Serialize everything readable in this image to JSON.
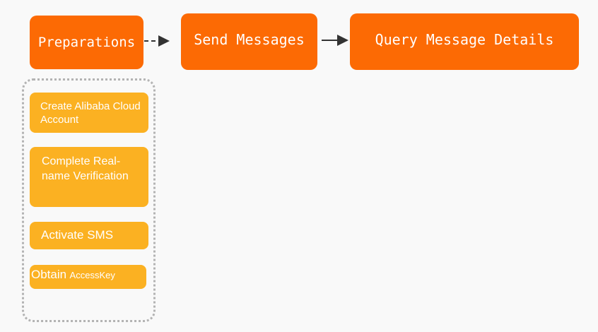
{
  "flow": {
    "stages": [
      {
        "label": "Preparations"
      },
      {
        "label": "Send Messages"
      },
      {
        "label": "Query Message Details"
      }
    ]
  },
  "preparations": {
    "steps": [
      {
        "label": "Create Alibaba Cloud Account"
      },
      {
        "label": "Complete Real-name Verification"
      },
      {
        "label": "Activate SMS"
      },
      {
        "label_main": "Obtain",
        "label_sub": "AccessKey"
      }
    ]
  },
  "colors": {
    "stage_fill": "#fc6a04",
    "step_fill": "#fbb122",
    "group_border": "#b3b3b3",
    "arrow": "#333333"
  }
}
